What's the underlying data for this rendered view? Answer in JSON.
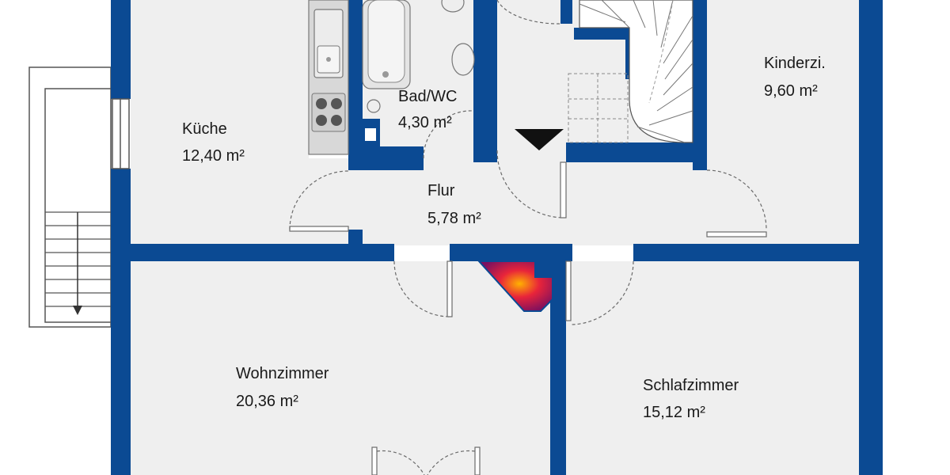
{
  "colors": {
    "wall": "#0b4a93",
    "floor": "#efefef",
    "background": "#ffffff",
    "fixture": "#d8d8d8",
    "door_arc": "#6a6a6a",
    "fireplace": "#c0125a"
  },
  "rooms": [
    {
      "name": "Küche",
      "area": "12,40 m²"
    },
    {
      "name": "Bad/WC",
      "area": "4,30 m²"
    },
    {
      "name": "Kinderzi.",
      "area": "9,60 m²"
    },
    {
      "name": "Flur",
      "area": "5,78 m²"
    },
    {
      "name": "Wohnzimmer",
      "area": "20,36 m²"
    },
    {
      "name": "Schlafzimmer",
      "area": "15,12 m²"
    }
  ],
  "symbols": {
    "entrance": "entrance-arrow-icon",
    "stair": "stair-icon",
    "fireplace": "fireplace-icon"
  }
}
